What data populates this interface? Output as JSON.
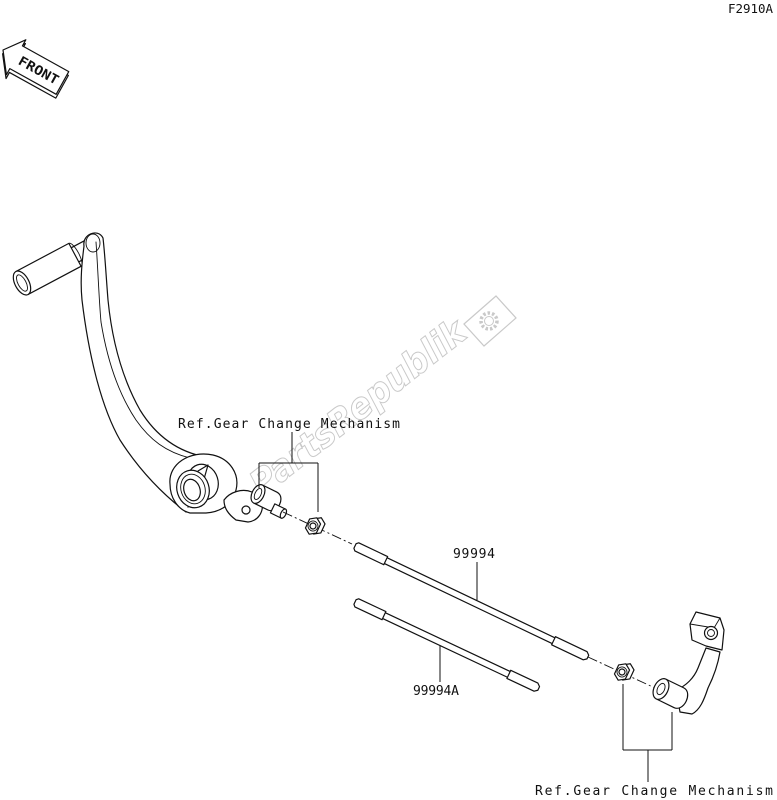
{
  "figure_code": "F2910A",
  "front_arrow": {
    "label": "FRONT",
    "icon": "front-arrow-icon"
  },
  "watermark": {
    "text": "PartsRepublik",
    "icon": "gear-icon",
    "color": "#c9c9c9"
  },
  "part_labels": [
    {
      "ref": "99994"
    },
    {
      "ref": "99994A"
    }
  ],
  "references": {
    "upper": "Ref.Gear Change Mechanism",
    "lower": "Ref.Gear Change Mechanism"
  },
  "colors": {
    "line": "#111111",
    "background": "#ffffff"
  }
}
